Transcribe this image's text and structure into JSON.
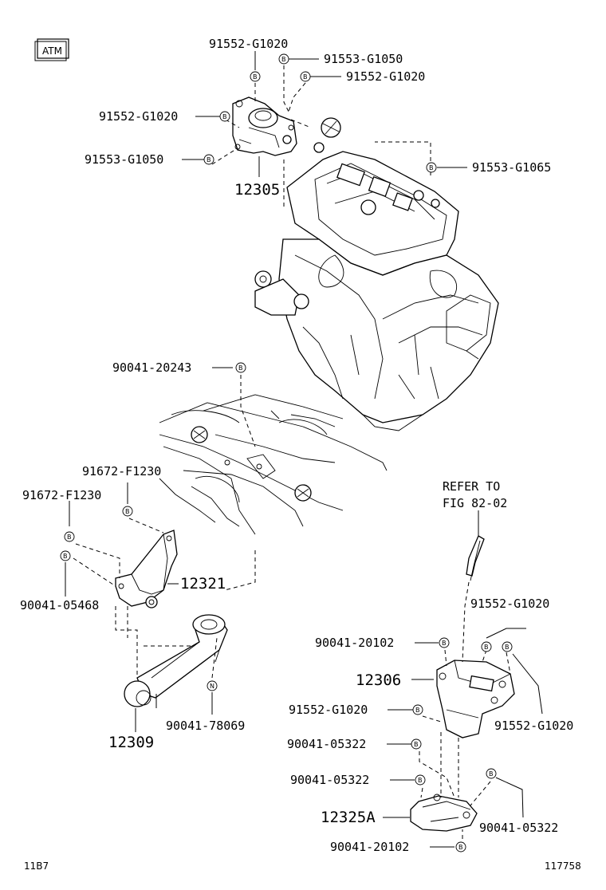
{
  "badge": "ATM",
  "footer_left": "11B7",
  "footer_right": "117758",
  "refer": {
    "line1": "REFER TO",
    "line2": "FIG 82-02"
  },
  "parts": {
    "p12305": "12305",
    "p12321": "12321",
    "p12309": "12309",
    "p12306": "12306",
    "p12325A": "12325A"
  },
  "labels": {
    "l1": "91552-G1020",
    "l2": "91553-G1050",
    "l3": "91552-G1020",
    "l4": "91552-G1020",
    "l5": "91553-G1050",
    "l6": "91553-G1065",
    "l7": "90041-20243",
    "l8": "91672-F1230",
    "l9": "91672-F1230",
    "l10": "90041-05468",
    "l11": "90041-78069",
    "l12": "91552-G1020",
    "l13": "90041-20102",
    "l14": "91552-G1020",
    "l15": "90041-05322",
    "l16": "91552-G1020",
    "l17": "90041-05322",
    "l18": "90041-05322",
    "l19": "90041-20102"
  },
  "markers": {
    "b": "B",
    "n": "N"
  }
}
